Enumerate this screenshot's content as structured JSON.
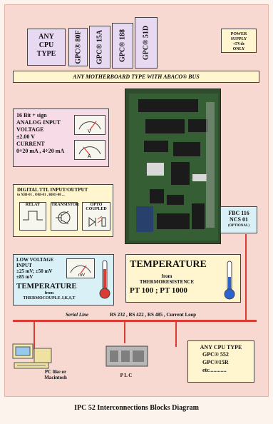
{
  "cpu_types": {
    "any_cpu": [
      "ANY",
      "CPU",
      "TYPE"
    ],
    "cards": [
      "GPC® 80F",
      "GPC® 15A",
      "GPC® 188",
      "GPC® 51D"
    ]
  },
  "power_supply": [
    "POWER",
    "SUPPLY",
    "+5Vdc",
    "ONLY"
  ],
  "motherboard": "ANY MOTHERBOARD TYPE WITH ABACO® BUS",
  "analog": {
    "lines": [
      "16 Bit + sign",
      "ANALOG INPUT",
      "VOLTAGE",
      "±2.00 V",
      "CURRENT",
      "0÷20 mA , 4÷20 mA"
    ]
  },
  "digital": {
    "title": "DIGITAL TTL INPUT/OUTPUT",
    "subtitle": "to XBI-01 , OBI-01 , RBO-08 ...",
    "parts": [
      "RELAY",
      "TRANSISTOR",
      "OPTO COUPLED"
    ]
  },
  "fbc": [
    "FBC 116",
    "NCS 01",
    "(OPTIONAL)"
  ],
  "low_voltage": {
    "lines": [
      "LOW VOLTAGE",
      "INPUT",
      "±25 mV; ±50 mV",
      "±85 mV"
    ],
    "title": "TEMPERATURE",
    "from": "from",
    "source": "THERMOCOUPLE J,K,S,T"
  },
  "pt": {
    "title": "TEMPERATURE",
    "from": "from",
    "source": "THERMORESISTENCE",
    "types": "PT 100 ; PT 1000"
  },
  "serial": {
    "label": "Serial Line",
    "protocols": "RS 232 , RS 422 , RS 485 , Current Loop"
  },
  "pc": [
    "PC like or",
    "Macintosh"
  ],
  "plc": "P L C",
  "any_cpu_bottom": {
    "title": "ANY CPU TYPE",
    "items": [
      "GPC® 552",
      "GPC®15R",
      "etc............"
    ]
  },
  "caption": "IPC 52 Interconnections Blocks Diagram",
  "colors": {
    "accent": "#d83c32",
    "panel_bg": "#f7d9d2",
    "cpu_bg": "#e8d9f2",
    "yellow": "#fff5cf",
    "pink": "#f7dbe6",
    "cyan": "#d9f1f6"
  }
}
